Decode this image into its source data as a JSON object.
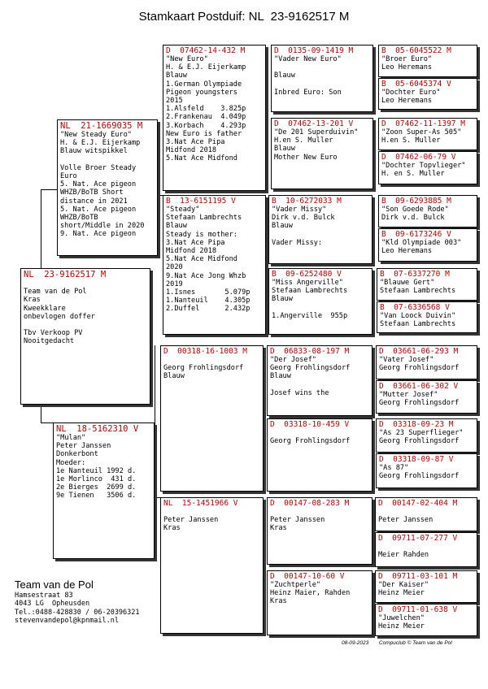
{
  "title": "Stamkaart Postduif: NL  23-9162517 M",
  "subject": {
    "ring": "NL  23-9162517 M",
    "lines": [
      "",
      "Team van de Pol",
      "Kras",
      "Kweekklare",
      "onbevlogen doffer",
      "",
      "Tbv Verkoop PV",
      "Nooitgedacht"
    ]
  },
  "father": {
    "ring": "NL  21-1669035 M",
    "lines": [
      "\"New Steady Euro\"",
      "H. & E.J. Eijerkamp",
      "Blauw witspikkel",
      "",
      "Volle Broer Steady",
      "Euro",
      "5. Nat. Ace pigeon",
      "WHZB/BoTB Short",
      "distance in 2021",
      "5. Nat. Ace pigeon",
      "WHZB/BoTB",
      "short/Middle in 2020",
      "9. Nat. Ace pigeon"
    ]
  },
  "mother": {
    "ring": "NL  18-5162310 V",
    "lines": [
      "\"Mulan\"",
      "Peter Janssen",
      "Donkerbont",
      "Moeder:",
      "1e Nanteuil 1992 d.",
      "1e Morlinco  431 d.",
      "2e Bierges  2699 d.",
      "9e Tienen   3506 d."
    ]
  },
  "ff": {
    "ring": "D  07462-14-432 M",
    "lines": [
      "\"New Euro\"",
      "H. & E.J. Eijerkamp",
      "Blauw",
      "1.German Olympiade",
      "Pigeon youngsters",
      "2015",
      "1.Alsfeld    3.825p",
      "2.Frankenau  4.049p",
      "3.Korbach    4.293p",
      "New Euro is father",
      "3.Nat Ace Pipa",
      "Midfond 2018",
      "5.Nat Ace Midfond"
    ]
  },
  "fm": {
    "ring": "B  13-6151195 V",
    "lines": [
      "\"Steady\"",
      "Stefaan Lambrechts",
      "Blauw",
      "Steady is mother:",
      "3.Nat Ace Pipa",
      "Midfond 2018",
      "5.Nat Ace Midfond",
      "2020",
      "9.Nat Ace Jong Whzb",
      "2019",
      "1.Isnes       5.079p",
      "1.Nanteuil    4.305p",
      "2.Duffel      2.432p"
    ]
  },
  "mf": {
    "ring": "D  00318-16-1003 M",
    "lines": [
      "",
      "Georg Frohlingsdorf",
      "Blauw"
    ]
  },
  "mm": {
    "ring": "NL  15-1451966 V",
    "lines": [
      "",
      "Peter Janssen",
      "Kras"
    ]
  },
  "fff": {
    "ring": "D  0135-09-1419 M",
    "lines": [
      "\"Vader New Euro\"",
      "",
      "Blauw",
      "",
      "Inbred Euro: Son"
    ]
  },
  "ffm": {
    "ring": "D  07462-13-201 V",
    "lines": [
      "\"De 201 Superduivin\"",
      "H.en S. Muller",
      "Blauw",
      "Mother New Euro"
    ]
  },
  "fmf": {
    "ring": "B  10-6272033 M",
    "lines": [
      "\"Vader Missy\"",
      "Dirk v.d. Bulck",
      "Blauw",
      "",
      "Vader Missy:"
    ]
  },
  "fmm": {
    "ring": "B  09-6252480 V",
    "lines": [
      "\"Miss Angerville\"",
      "Stefaan Lambrechts",
      "Blauw",
      "",
      "1.Angerville  955p"
    ]
  },
  "mff": {
    "ring": "D  06833-08-197 M",
    "lines": [
      "\"Der Josef\"",
      "Georg Frohlingsdorf",
      "Blauw",
      "",
      "Josef wins the"
    ]
  },
  "mfm": {
    "ring": "D  03318-10-459 V",
    "lines": [
      "",
      "Georg Frohlingsdorf"
    ]
  },
  "mmf": {
    "ring": "D  00147-08-283 M",
    "lines": [
      "",
      "Peter Janssen",
      "Kras"
    ]
  },
  "mmm": {
    "ring": "D  00147-10-60 V",
    "lines": [
      "\"Zuchtperle\"",
      "Heinz Maier, Rahden",
      "Kras"
    ]
  },
  "g5": [
    {
      "ring": "B  05-6045522 M",
      "lines": [
        "\"Broer Euro\"",
        "Leo Heremans"
      ]
    },
    {
      "ring": "B  05-6045374 V",
      "lines": [
        "\"Dochter Euro\"",
        "Leo Heremans"
      ]
    },
    {
      "ring": "D  07462-11-1397 M",
      "lines": [
        "\"Zoon Super-As 505\"",
        "H.en S. Muller"
      ]
    },
    {
      "ring": "D  07462-06-79 V",
      "lines": [
        "\"Dochter Topvlieger\"",
        "H. en S. Muller"
      ]
    },
    {
      "ring": "B  09-6293885 M",
      "lines": [
        "\"Son Goede Rode\"",
        "Dirk v.d. Bulck"
      ]
    },
    {
      "ring": "B  09-6173246 V",
      "lines": [
        "\"Kld Olympiade 003\"",
        "Leo Heremans"
      ]
    },
    {
      "ring": "B  07-6337270 M",
      "lines": [
        "\"Blauwe Gert\"",
        "Stefaan Lambrechts"
      ]
    },
    {
      "ring": "B  07-6336568 V",
      "lines": [
        "\"Van Loock Duivin\"",
        "Stefaan Lambrechts"
      ]
    },
    {
      "ring": "D  03661-06-293 M",
      "lines": [
        "\"Vater Josef\"",
        "Georg Frohlingsdorf"
      ]
    },
    {
      "ring": "D  03661-06-302 V",
      "lines": [
        "\"Mutter Josef\"",
        "Georg Frohlingsdorf"
      ]
    },
    {
      "ring": "D  03318-09-23 M",
      "lines": [
        "\"As 23 Superflieger\"",
        "Georg Frohlingsdorf"
      ]
    },
    {
      "ring": "D  03318-09-87 V",
      "lines": [
        "\"As 87\"",
        "Georg Frohlingsdorf"
      ]
    },
    {
      "ring": "D  00147-02-404 M",
      "lines": [
        "",
        "Peter Janssen"
      ]
    },
    {
      "ring": "D  09711-07-277 V",
      "lines": [
        "",
        "Meier Rahden"
      ]
    },
    {
      "ring": "D  09711-03-101 M",
      "lines": [
        "\"Der Kaiser\"",
        "Heinz Meier"
      ]
    },
    {
      "ring": "D  09711-01-638 V",
      "lines": [
        "\"Juwelchen\"",
        "Heinz Meier"
      ]
    }
  ],
  "owner": {
    "name": "Team van de Pol",
    "lines": [
      "Hamsestraat 83",
      "4043 LG  Opheusden",
      "Tel.:0488-428830 / 06-20396321",
      "stevenvandepol@kpnmail.nl"
    ]
  },
  "footer": "08-09-2023       Compuclub © Team van de Pol"
}
